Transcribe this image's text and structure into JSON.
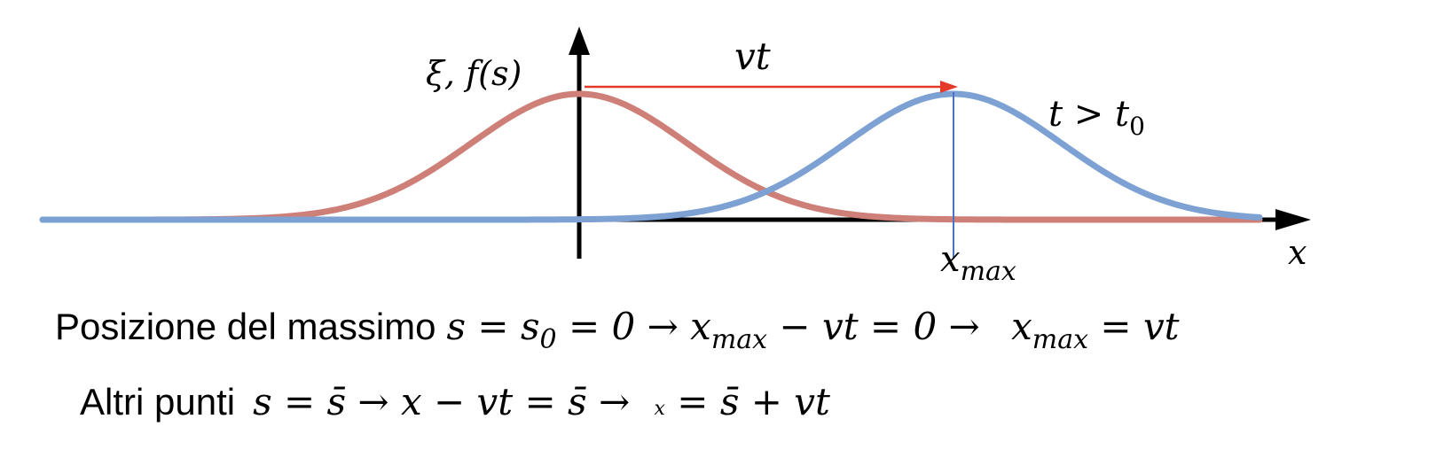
{
  "diagram": {
    "y_axis_label": "ξ, f(s)",
    "shift_label": "vt",
    "time_condition_main": "t > t",
    "time_condition_sub": "0",
    "xmax_main": "x",
    "xmax_sub": "max",
    "x_axis_label": "x",
    "colors": {
      "initial_pulse": "#cd7f78",
      "shifted_pulse": "#7ea1d4",
      "shift_arrow": "#e53a2a",
      "x_axis_label": "#e53a2a",
      "axes": "#000000",
      "max_marker": "#4a72c4"
    },
    "curves": {
      "initial_pulse_peak_x": 0,
      "shifted_pulse_peak_x": "vt"
    }
  },
  "lines": {
    "maximum": {
      "label": "Posizione del massimo",
      "eq1_a": "s = s",
      "eq1_a_sub": "0",
      "eq1_b": " = 0 → x",
      "eq1_b_sub": "max",
      "eq1_c": " − vt = 0 → ",
      "eq2_a": "x",
      "eq2_a_sub": "max",
      "eq2_b": " = vt"
    },
    "other": {
      "label": "Altri punti",
      "eq1": "s = s̄ → x − vt = s̄ → ",
      "small_x": "x",
      "eq2": " = s̄ + vt"
    }
  }
}
